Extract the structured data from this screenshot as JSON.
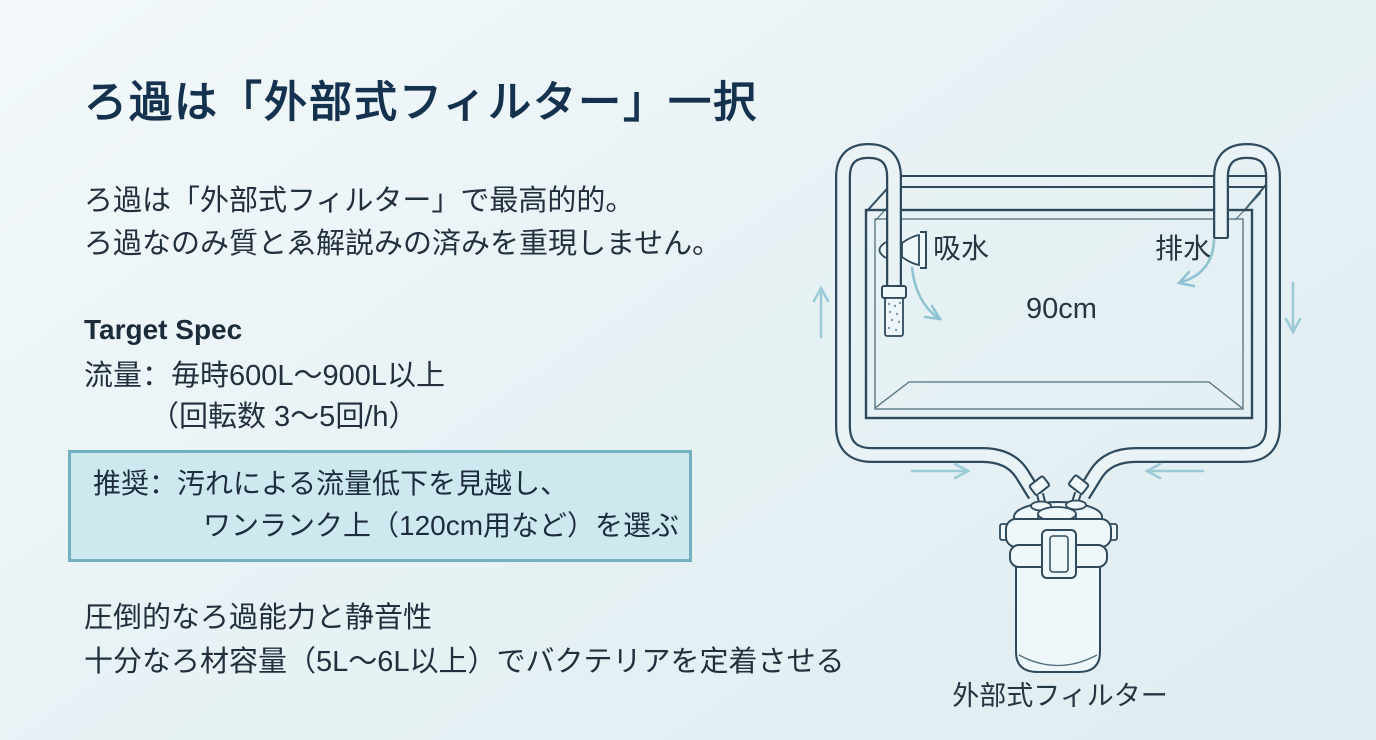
{
  "slide": {
    "title": "ろ過は「外部式フィルター」一択",
    "intro": {
      "line1": "ろ過は「外部式フィルター」で最高的的。",
      "line2": "ろ過なのみ質とゑ解説みの済みを重現しません。"
    },
    "spec": {
      "heading": "Target Spec",
      "flow_line": "流量：毎時600L〜900L以上",
      "turnover_line": "（回転数 3〜5回/h）"
    },
    "recommendation": {
      "line1": "推奨：汚れによる流量低下を見越し、",
      "line2": "ワンランク上（120cm用など）を選ぶ"
    },
    "benefits": {
      "line1": "圧倒的なろ過能力と静音性",
      "line2": "十分なろ材容量（5L〜6L以上）でバクテリアを定着させる"
    }
  },
  "diagram": {
    "intake_label": "吸水",
    "outlet_label": "排水",
    "tank_size_label": "90cm",
    "filter_label": "外部式フィルター"
  },
  "colors": {
    "background": "#e9f3f6",
    "title_text": "#14324e",
    "body_text": "#22303e",
    "callout_fill": "#cde9ef",
    "callout_border": "#74b0c0",
    "line_dark": "#2e4a5c",
    "arrow_teal": "#9ccbd7"
  }
}
